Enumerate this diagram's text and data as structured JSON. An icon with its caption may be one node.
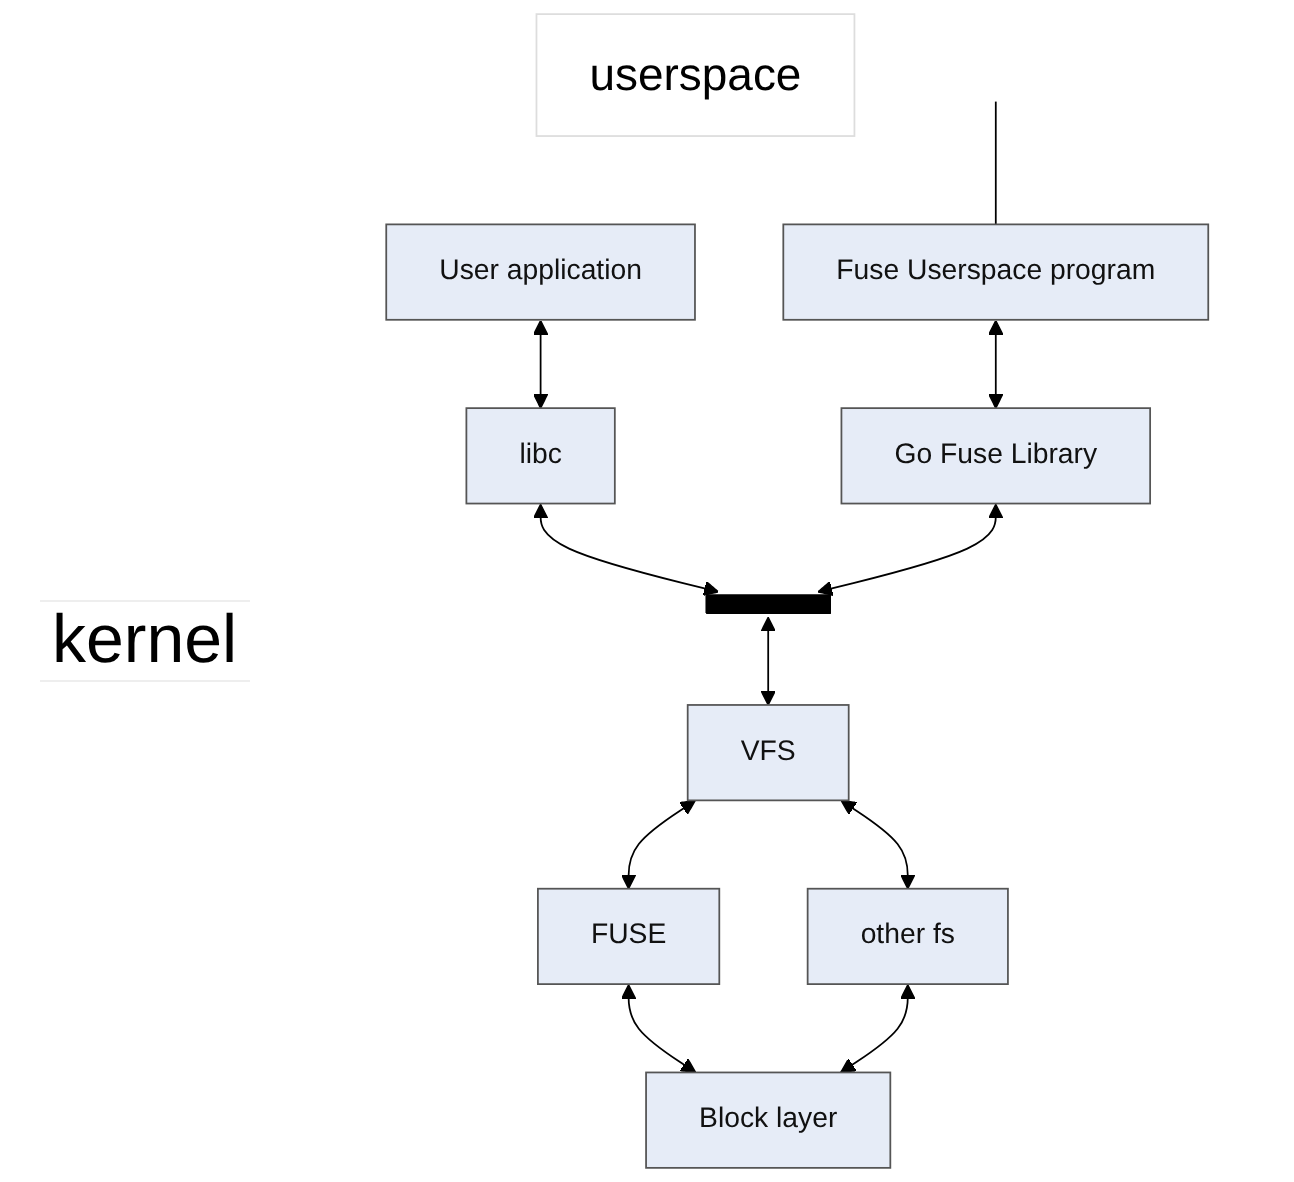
{
  "diagram": {
    "nodes": [
      {
        "text": [
          "User application"
        ]
      },
      {
        "text": [
          "Fuse Userspace program"
        ]
      },
      {
        "text": [
          "userspace"
        ]
      },
      {
        "text": [
          "libc"
        ]
      },
      {
        "text": [
          "Go Fuse Library"
        ]
      },
      {
        "text": [],
        "shape": "bar"
      },
      {
        "text": [
          "VFS"
        ]
      },
      {
        "text": [
          "FUSE"
        ]
      },
      {
        "text": [
          "other fs"
        ]
      },
      {
        "text": [
          "Block layer"
        ]
      }
    ],
    "edges": [
      {
        "from": null,
        "to": 1,
        "arrow": "none"
      },
      {
        "from": 0,
        "to": 3,
        "arrow": "both"
      },
      {
        "from": 1,
        "to": 4,
        "arrow": "both"
      },
      {
        "from": 3,
        "to": 5,
        "arrow": "both"
      },
      {
        "from": 4,
        "to": 5,
        "arrow": "both"
      },
      {
        "from": 5,
        "to": 6,
        "arrow": "both"
      },
      {
        "from": 6,
        "to": 7,
        "arrow": "both"
      },
      {
        "from": 6,
        "to": 8,
        "arrow": "both"
      },
      {
        "from": 7,
        "to": 9,
        "arrow": "both"
      },
      {
        "from": 8,
        "to": 9,
        "arrow": "both"
      }
    ],
    "labels": [
      "kernel"
    ]
  }
}
